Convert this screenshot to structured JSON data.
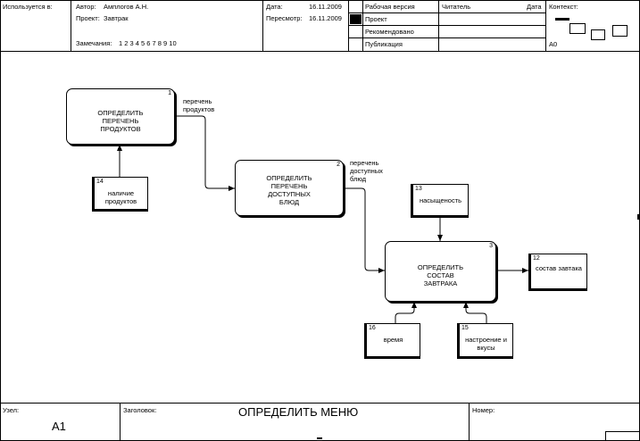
{
  "header": {
    "used_in_label": "Используется в:",
    "author_label": "Автор:",
    "author": "Амплогов А.Н.",
    "project_label": "Проект:",
    "project": "Завтрак",
    "notes_label": "Замечания:",
    "notes": "1  2  3  4  5  6  7  8  9  10",
    "date_label": "Дата:",
    "date": "16.11.2009",
    "review_label": "Пересмотр:",
    "review": "16.11.2009",
    "status": [
      "Рабочая версия",
      "Проект",
      "Рекомендовано",
      "Публикация"
    ],
    "reader_label": "Читатель",
    "reader_date_label": "Дата",
    "context_label": "Контекст:",
    "context_node": "A0"
  },
  "diagram": {
    "activities": [
      {
        "num": "1",
        "lines": [
          "ОПРЕДЕЛИТЬ",
          "ПЕРЕЧЕНЬ",
          "ПРОДУКТОВ"
        ]
      },
      {
        "num": "2",
        "lines": [
          "ОПРЕДЕЛИТЬ",
          "ПЕРЕЧЕНЬ",
          "ДОСТУПНЫХ",
          "БЛЮД"
        ]
      },
      {
        "num": "3",
        "lines": [
          "ОПРЕДЕЛИТЬ",
          "СОСТАВ",
          "ЗАВТРАКА"
        ]
      }
    ],
    "arrow_labels": {
      "products": [
        "перечень",
        "продуктов"
      ],
      "dishes": [
        "перечень",
        "доступных",
        "блюд"
      ]
    },
    "refs": {
      "r14": {
        "num": "14",
        "lines": [
          "наличие",
          "продуктов"
        ]
      },
      "r13": {
        "num": "13",
        "lines": [
          "насыщеность"
        ]
      },
      "r12": {
        "num": "12",
        "lines": [
          "состав завтака"
        ]
      },
      "r16": {
        "num": "16",
        "lines": [
          "время"
        ]
      },
      "r15": {
        "num": "15",
        "lines": [
          "настроение и",
          "вкусы"
        ]
      }
    }
  },
  "footer": {
    "node_label": "Узел:",
    "node": "A1",
    "title_label": "Заголовок:",
    "title": "ОПРЕДЕЛИТЬ МЕНЮ",
    "number_label": "Номер:"
  }
}
